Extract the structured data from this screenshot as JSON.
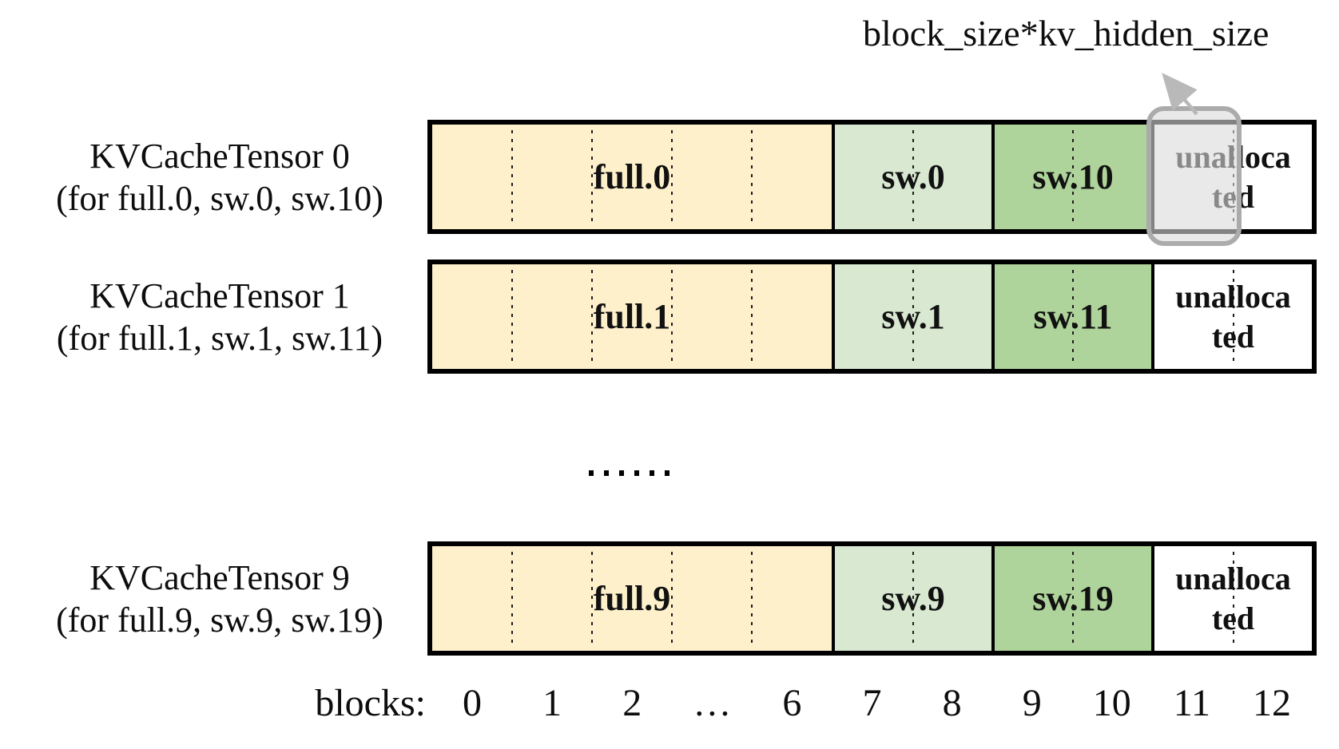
{
  "annotation": {
    "label": "block_size*kv_hidden_size",
    "arrow_color": "#B9B9B9",
    "points_to": "highlighted block 11 of KVCacheTensor 0"
  },
  "rows": [
    {
      "name": "KVCacheTensor 0",
      "subtitle": "(for full.0, sw.0, sw.10)",
      "full_label": "full.0",
      "sw_label": "sw.0",
      "sw2_label": "sw.10",
      "unalloc_line1": "unalloca",
      "unalloc_line2": "ted",
      "highlighted_block": 11
    },
    {
      "name": "KVCacheTensor 1",
      "subtitle": "(for full.1, sw.1, sw.11)",
      "full_label": "full.1",
      "sw_label": "sw.1",
      "sw2_label": "sw.11",
      "unalloc_line1": "unalloca",
      "unalloc_line2": "ted"
    },
    {
      "name": "KVCacheTensor 9",
      "subtitle": "(for full.9, sw.9, sw.19)",
      "full_label": "full.9",
      "sw_label": "sw.9",
      "sw2_label": "sw.19",
      "unalloc_line1": "unalloca",
      "unalloc_line2": "ted"
    }
  ],
  "ellipsis_between_rows": "……",
  "blocks_axis": {
    "label": "blocks:",
    "ticks": [
      "0",
      "1",
      "2",
      "…",
      "6",
      "7",
      "8",
      "9",
      "10",
      "11",
      "12"
    ]
  },
  "regions": {
    "full_blocks": "0–6",
    "sw_blocks": "7–8",
    "sw2_blocks": "9–10",
    "unallocated_blocks": "11–12"
  },
  "colors": {
    "full_fill": "#FDF0CB",
    "sw_fill": "#D8E8D1",
    "sw2_fill": "#AFD49B",
    "unallocated_fill": "#FFFFFF",
    "row_border": "#000000",
    "highlight_border": "#ABABAB",
    "highlight_fill": "rgba(219,219,219,0.6)",
    "arrow": "#B9B9B9"
  }
}
